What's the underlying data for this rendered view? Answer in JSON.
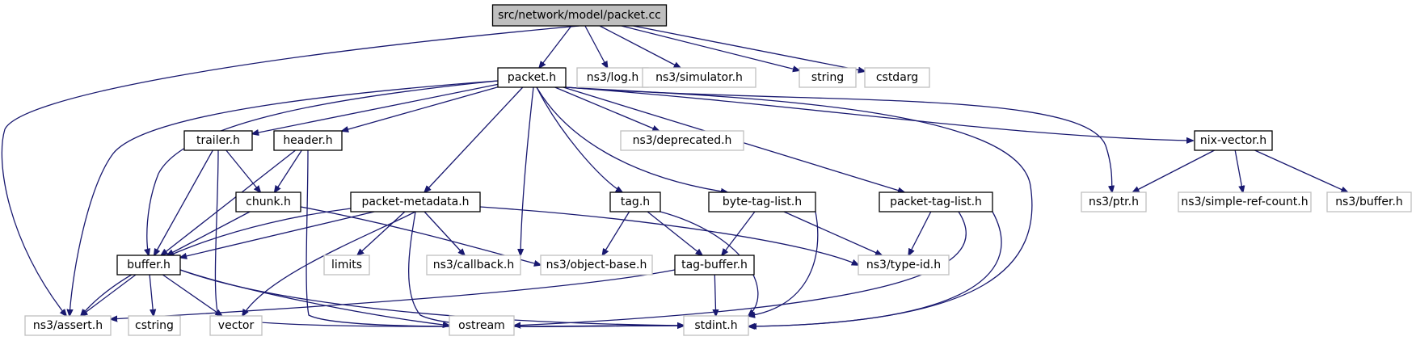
{
  "nodes": [
    {
      "id": "root",
      "label": "src/network/model/packet.cc",
      "kind": "root"
    },
    {
      "id": "packet_h",
      "label": "packet.h",
      "kind": "file"
    },
    {
      "id": "ns3_log",
      "label": "ns3/log.h",
      "kind": "missing"
    },
    {
      "id": "ns3_sim",
      "label": "ns3/simulator.h",
      "kind": "missing"
    },
    {
      "id": "string",
      "label": "string",
      "kind": "missing"
    },
    {
      "id": "cstdarg",
      "label": "cstdarg",
      "kind": "missing"
    },
    {
      "id": "trailer_h",
      "label": "trailer.h",
      "kind": "file"
    },
    {
      "id": "header_h",
      "label": "header.h",
      "kind": "file"
    },
    {
      "id": "ns3_deprecated",
      "label": "ns3/deprecated.h",
      "kind": "missing"
    },
    {
      "id": "nix_vector_h",
      "label": "nix-vector.h",
      "kind": "file"
    },
    {
      "id": "chunk_h",
      "label": "chunk.h",
      "kind": "file"
    },
    {
      "id": "pkt_meta_h",
      "label": "packet-metadata.h",
      "kind": "file"
    },
    {
      "id": "tag_h",
      "label": "tag.h",
      "kind": "file"
    },
    {
      "id": "byte_tag_h",
      "label": "byte-tag-list.h",
      "kind": "file"
    },
    {
      "id": "pkt_tag_h",
      "label": "packet-tag-list.h",
      "kind": "file"
    },
    {
      "id": "ns3_ptr",
      "label": "ns3/ptr.h",
      "kind": "missing"
    },
    {
      "id": "ns3_srefc",
      "label": "ns3/simple-ref-count.h",
      "kind": "missing"
    },
    {
      "id": "ns3_buffer",
      "label": "ns3/buffer.h",
      "kind": "missing"
    },
    {
      "id": "buffer_h",
      "label": "buffer.h",
      "kind": "file"
    },
    {
      "id": "limits",
      "label": "limits",
      "kind": "missing"
    },
    {
      "id": "ns3_callback",
      "label": "ns3/callback.h",
      "kind": "missing"
    },
    {
      "id": "ns3_objbase",
      "label": "ns3/object-base.h",
      "kind": "missing"
    },
    {
      "id": "tag_buffer_h",
      "label": "tag-buffer.h",
      "kind": "file"
    },
    {
      "id": "ns3_typeid",
      "label": "ns3/type-id.h",
      "kind": "missing"
    },
    {
      "id": "ns3_assert",
      "label": "ns3/assert.h",
      "kind": "missing"
    },
    {
      "id": "cstring",
      "label": "cstring",
      "kind": "missing"
    },
    {
      "id": "vector",
      "label": "vector",
      "kind": "missing"
    },
    {
      "id": "ostream",
      "label": "ostream",
      "kind": "missing"
    },
    {
      "id": "stdint",
      "label": "stdint.h",
      "kind": "missing"
    }
  ],
  "edges": [
    {
      "from": "root",
      "to": "packet_h"
    },
    {
      "from": "root",
      "to": "ns3_log"
    },
    {
      "from": "root",
      "to": "ns3_sim"
    },
    {
      "from": "root",
      "to": "string"
    },
    {
      "from": "root",
      "to": "cstdarg"
    },
    {
      "from": "root",
      "to": "ns3_assert"
    },
    {
      "from": "packet_h",
      "to": "trailer_h"
    },
    {
      "from": "packet_h",
      "to": "header_h"
    },
    {
      "from": "packet_h",
      "to": "ns3_deprecated"
    },
    {
      "from": "packet_h",
      "to": "nix_vector_h"
    },
    {
      "from": "packet_h",
      "to": "ns3_ptr"
    },
    {
      "from": "packet_h",
      "to": "pkt_meta_h"
    },
    {
      "from": "packet_h",
      "to": "tag_h"
    },
    {
      "from": "packet_h",
      "to": "byte_tag_h"
    },
    {
      "from": "packet_h",
      "to": "pkt_tag_h"
    },
    {
      "from": "packet_h",
      "to": "buffer_h"
    },
    {
      "from": "packet_h",
      "to": "ns3_assert"
    },
    {
      "from": "packet_h",
      "to": "ns3_callback"
    },
    {
      "from": "packet_h",
      "to": "stdint"
    },
    {
      "from": "trailer_h",
      "to": "chunk_h"
    },
    {
      "from": "trailer_h",
      "to": "buffer_h"
    },
    {
      "from": "trailer_h",
      "to": "stdint"
    },
    {
      "from": "header_h",
      "to": "chunk_h"
    },
    {
      "from": "header_h",
      "to": "buffer_h"
    },
    {
      "from": "header_h",
      "to": "stdint"
    },
    {
      "from": "chunk_h",
      "to": "buffer_h"
    },
    {
      "from": "chunk_h",
      "to": "ns3_objbase"
    },
    {
      "from": "pkt_meta_h",
      "to": "buffer_h"
    },
    {
      "from": "pkt_meta_h",
      "to": "ns3_assert"
    },
    {
      "from": "pkt_meta_h",
      "to": "limits"
    },
    {
      "from": "pkt_meta_h",
      "to": "ns3_callback"
    },
    {
      "from": "pkt_meta_h",
      "to": "vector"
    },
    {
      "from": "pkt_meta_h",
      "to": "ns3_typeid"
    },
    {
      "from": "pkt_meta_h",
      "to": "stdint"
    },
    {
      "from": "tag_h",
      "to": "ns3_objbase"
    },
    {
      "from": "tag_h",
      "to": "tag_buffer_h"
    },
    {
      "from": "tag_h",
      "to": "stdint"
    },
    {
      "from": "byte_tag_h",
      "to": "tag_buffer_h"
    },
    {
      "from": "byte_tag_h",
      "to": "ns3_typeid"
    },
    {
      "from": "byte_tag_h",
      "to": "stdint"
    },
    {
      "from": "pkt_tag_h",
      "to": "ns3_typeid"
    },
    {
      "from": "pkt_tag_h",
      "to": "ostream"
    },
    {
      "from": "pkt_tag_h",
      "to": "stdint"
    },
    {
      "from": "nix_vector_h",
      "to": "ns3_ptr"
    },
    {
      "from": "nix_vector_h",
      "to": "ns3_srefc"
    },
    {
      "from": "nix_vector_h",
      "to": "ns3_buffer"
    },
    {
      "from": "buffer_h",
      "to": "ns3_assert"
    },
    {
      "from": "buffer_h",
      "to": "cstring"
    },
    {
      "from": "buffer_h",
      "to": "vector"
    },
    {
      "from": "buffer_h",
      "to": "ostream"
    },
    {
      "from": "buffer_h",
      "to": "stdint"
    },
    {
      "from": "tag_buffer_h",
      "to": "stdint"
    },
    {
      "from": "tag_buffer_h",
      "to": "ns3_assert"
    }
  ]
}
